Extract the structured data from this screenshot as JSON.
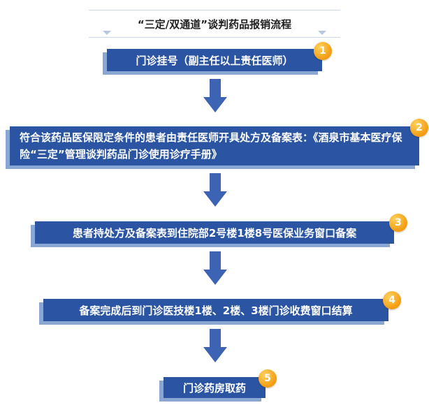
{
  "title": "“三定/双通道”谈判药品报销流程",
  "colors": {
    "step_fill": "#2b55a3",
    "step_shadow": "#8aa7d3",
    "arrow_fill": "#3d63b5",
    "badge": "#f39c12"
  },
  "steps": [
    {
      "number": "1",
      "label": "门诊挂号（副主任以上责任医师）"
    },
    {
      "number": "2",
      "label": "符合该药品医保限定条件的患者由责任医师开具处方及备案表：《酒泉市基本医疗保险“三定”管理谈判药品门诊使用诊疗手册》"
    },
    {
      "number": "3",
      "label": "患者持处方及备案表到住院部2号楼1楼8号医保业务窗口备案"
    },
    {
      "number": "4",
      "label": "备案完成后到门诊医技楼1楼、2楼、3楼门诊收费窗口结算"
    },
    {
      "number": "5",
      "label": "门诊药房取药"
    }
  ]
}
